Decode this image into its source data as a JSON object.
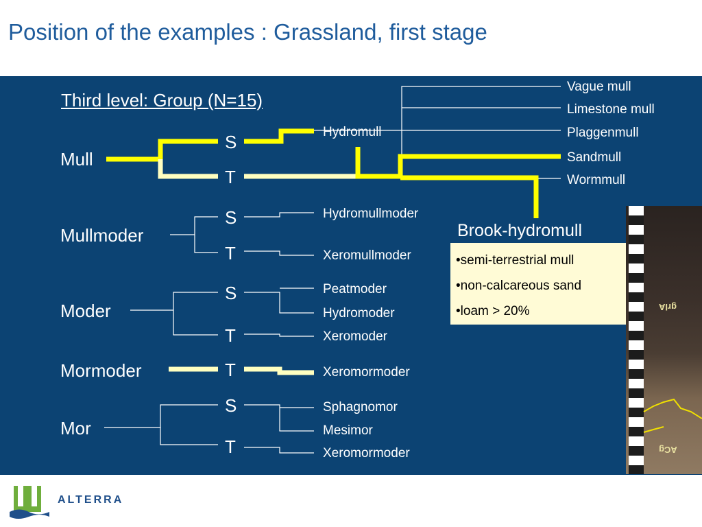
{
  "title": "Position of the examples : Grassland, first stage",
  "heading": "Third level: Group (N=15)",
  "level1": {
    "mull": "Mull",
    "mullmoder": "Mullmoder",
    "moder": "Moder",
    "mormoder": "Mormoder",
    "mor": "Mor"
  },
  "level2": {
    "mull_s": "S",
    "mull_t": "T",
    "mullmoder_s": "S",
    "mullmoder_t": "T",
    "moder_s": "S",
    "moder_t": "T",
    "mormoder_t": "T",
    "mor_s": "S",
    "mor_t": "T"
  },
  "level3": {
    "hydromull": "Hydromull",
    "hydromullmoder": "Hydromullmoder",
    "xeromullmoder": "Xeromullmoder",
    "peatmoder": "Peatmoder",
    "hydromoder": "Hydromoder",
    "xeromoder": "Xeromoder",
    "xeromormoder": "Xeromormoder",
    "sphagnomor": "Sphagnomor",
    "mesimor": "Mesimor",
    "xeromormoder_2": "Xeromormoder"
  },
  "level4": {
    "vague_mull": "Vague mull",
    "limestone_mull": "Limestone mull",
    "plaggenmull": "Plaggenmull",
    "sandmull": "Sandmull",
    "wormmull": "Wormmull"
  },
  "infobox": {
    "title": "Brook-hydromull",
    "bullets": [
      "•semi-terrestrial mull",
      "•non-calcareous sand",
      "•loam > 20%"
    ]
  },
  "photo": {
    "horizon_1": "grlA",
    "horizon_2": "ACg"
  },
  "logo": {
    "name": "ALTERRA"
  },
  "colors": {
    "background_panel": "#0c4373",
    "highlight_path": "#ffff00",
    "secondary_path": "#ffffc0",
    "title_text": "#1f5c9c"
  }
}
